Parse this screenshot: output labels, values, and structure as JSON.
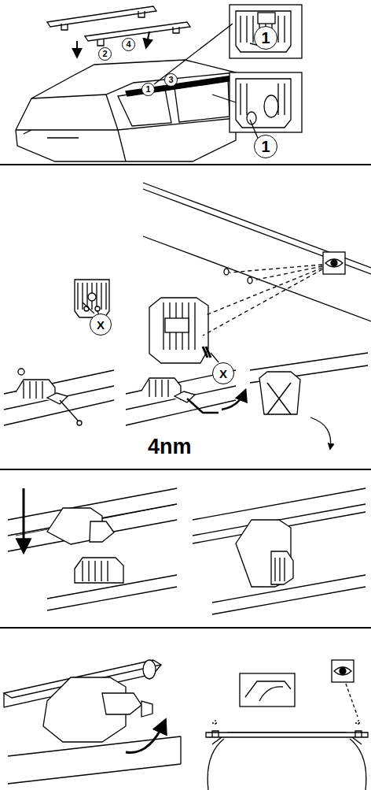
{
  "diagram": {
    "nodes": [
      {
        "text": [
          "1"
        ]
      },
      {
        "text": [
          "4"
        ]
      },
      {
        "text": [
          "2"
        ]
      },
      {
        "text": [
          "3"
        ]
      },
      {
        "text": [
          "1"
        ]
      },
      {
        "text": [
          "1"
        ]
      },
      {
        "text": [
          "X"
        ]
      },
      {
        "text": [
          "X"
        ]
      }
    ],
    "labels": [
      "4nm"
    ]
  }
}
